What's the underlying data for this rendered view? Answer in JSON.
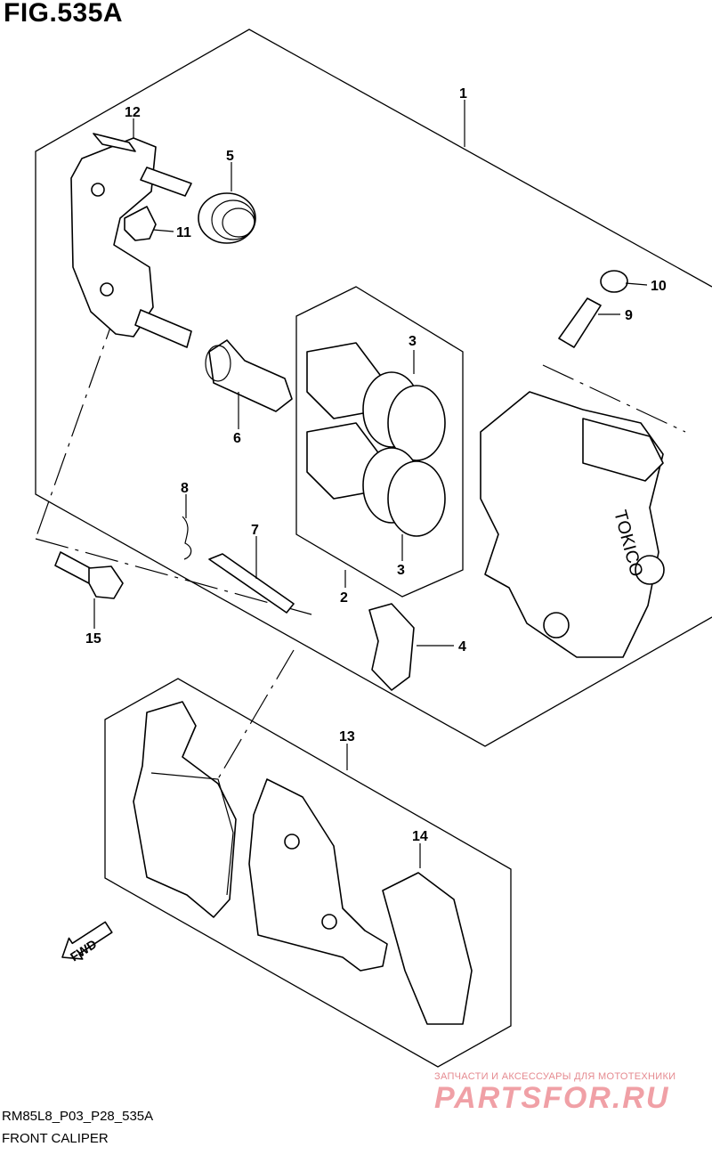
{
  "figure": {
    "title": "FIG.535A",
    "code": "RM85L8_P03_P28_535A",
    "caption": "FRONT CALIPER"
  },
  "callouts": [
    "1",
    "2",
    "3",
    "3",
    "4",
    "5",
    "6",
    "7",
    "8",
    "9",
    "10",
    "11",
    "12",
    "13",
    "14",
    "15"
  ],
  "fwd_label": "FWD",
  "caliper_brand": "TOKICO",
  "watermark": {
    "tagline": "ЗАПЧАСТИ И АКСЕССУАРЫ ДЛЯ МОТОТЕХНИКИ",
    "brand": "PARTSFOR.RU"
  }
}
